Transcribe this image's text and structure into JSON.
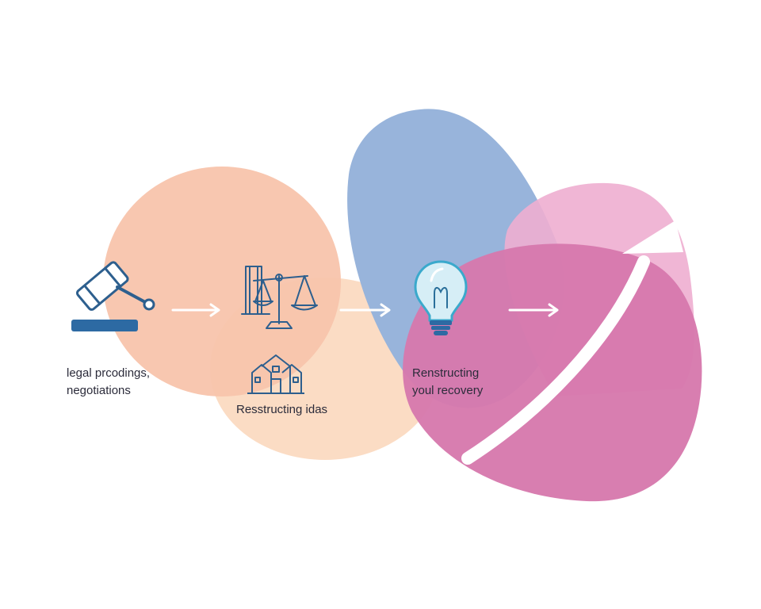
{
  "stages": [
    {
      "id": "legal",
      "icon": "gavel-icon",
      "label_lines": [
        "legal prcodings,",
        "negotiations"
      ],
      "color": "#f8c4ac"
    },
    {
      "id": "restructuring-ideas",
      "icon": "scales-of-justice-icon",
      "secondary_icon": "building-icon",
      "label_lines": [
        "Resstructing idas"
      ],
      "color": "#fbdcc4"
    },
    {
      "id": "recovery",
      "icon": "lightbulb-icon",
      "label_lines": [
        "Renstructing",
        "youl recovery"
      ],
      "color": "#d679ad"
    }
  ],
  "colors": {
    "peach": "#f8c4ac",
    "light_peach": "#fbdcc4",
    "blue": "#98b4db",
    "pink": "#d679ad",
    "light_pink": "#eeaed0",
    "icon_blue": "#2d5f8e",
    "bulb_cyan": "#4fb0cf",
    "arrow": "#ffffff"
  }
}
